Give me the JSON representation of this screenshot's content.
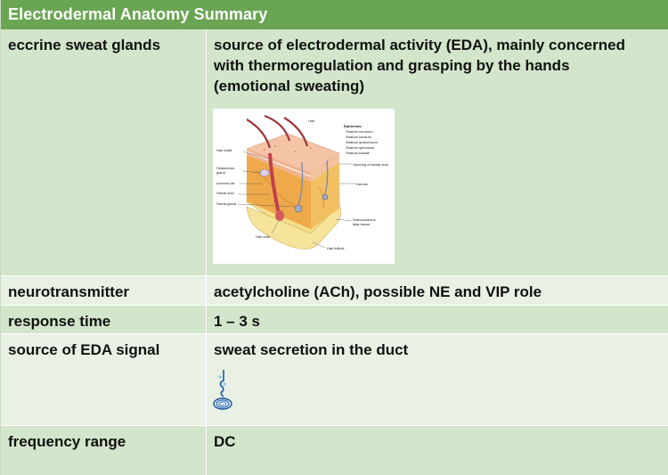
{
  "title": "Electrodermal Anatomy Summary",
  "rows": [
    {
      "label": "eccrine sweat glands",
      "value": "source of electrodermal activity (EDA), mainly concerned with thermoregulation and grasping by the hands (emotional sweating)"
    },
    {
      "label": "neurotransmitter",
      "value": "acetylcholine (ACh), possible NE and VIP role"
    },
    {
      "label": "response time",
      "value": "1 – 3 s"
    },
    {
      "label": "source of EDA signal",
      "value": "sweat secretion in the duct"
    },
    {
      "label": "frequency range",
      "value": "DC"
    }
  ],
  "skin_labels": {
    "hair": "Hair",
    "epidermis": "Epidermis:",
    "corneum": "Stratum corneum",
    "lucidum": "Stratum lucidum",
    "granulosum": "Stratum granulosum",
    "spinosum": "Stratum spinosum",
    "basale": "Stratum basale",
    "hair_shaft": "Hair shaft",
    "sebaceous": "Sebaceous",
    "gland": "gland",
    "arrector": "Arrector pili",
    "sweat_duct": "Sweat duct",
    "sweat_gland": "Sweat gland",
    "opening": "Opening of sweat duct",
    "dermis": "Dermis",
    "subcutaneous": "Subcutaneous",
    "fatty": "fatty tissue",
    "hair_bulb": "Hair bulb",
    "hair_follicle": "Hair follicle"
  }
}
